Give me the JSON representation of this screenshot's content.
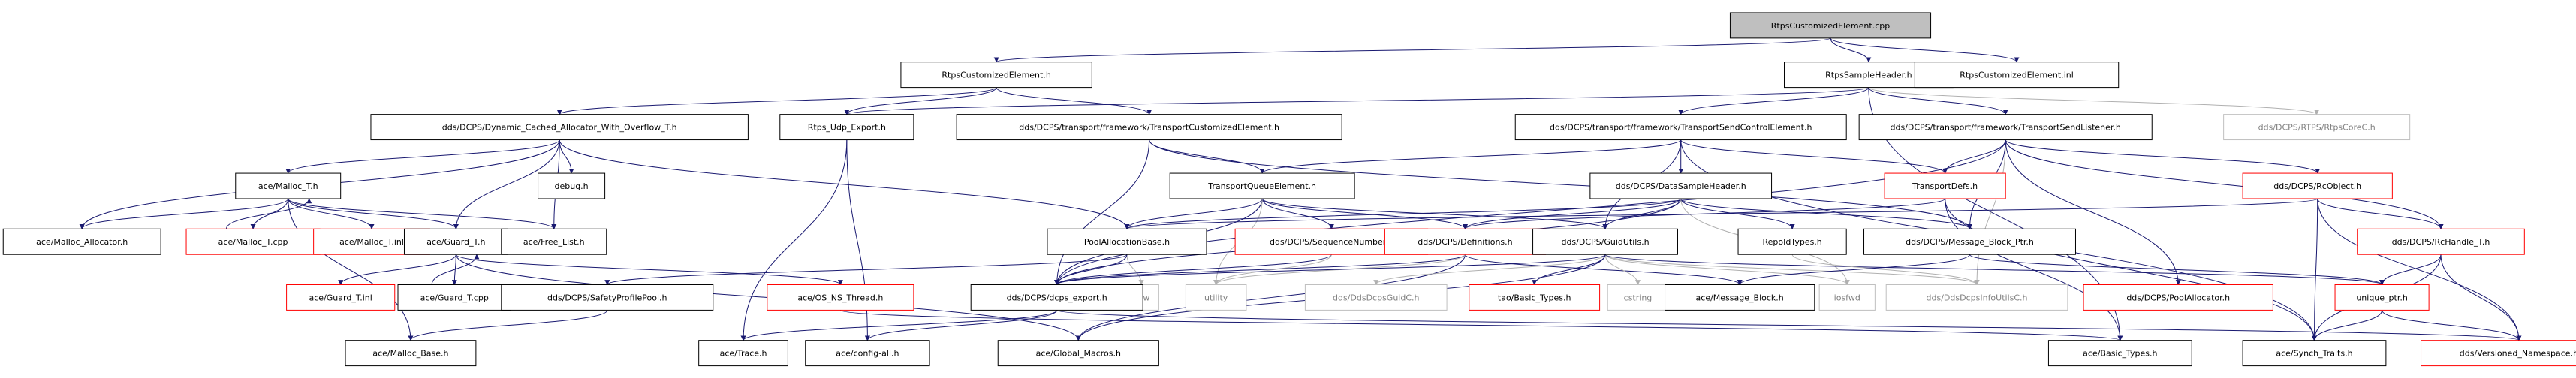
{
  "colors": {
    "edge": "#191970",
    "edge_muted": "#b0b0b0",
    "border_normal": "#000000",
    "border_incomplete": "#ff0000",
    "border_external": "#bfbfbf",
    "root_fill": "#bfbfbf",
    "fill": "#ffffff",
    "text": "#000000",
    "text_external": "#808080"
  },
  "nodes": [
    {
      "id": "root",
      "label": "RtpsCustomizedElement.cpp",
      "style": "root"
    },
    {
      "id": "rce_h",
      "label": "RtpsCustomizedElement.h",
      "style": "normal"
    },
    {
      "id": "rsh_h",
      "label": "RtpsSampleHeader.h",
      "style": "normal"
    },
    {
      "id": "rce_inl",
      "label": "RtpsCustomizedElement.inl",
      "style": "normal"
    },
    {
      "id": "dcaow",
      "label": "dds/DCPS/Dynamic_Cached_Allocator_With_Overflow_T.h",
      "style": "normal"
    },
    {
      "id": "rudp",
      "label": "Rtps_Udp_Export.h",
      "style": "normal"
    },
    {
      "id": "tce",
      "label": "dds/DCPS/transport/framework/TransportCustomizedElement.h",
      "style": "normal"
    },
    {
      "id": "tsce",
      "label": "dds/DCPS/transport/framework/TransportSendControlElement.h",
      "style": "normal"
    },
    {
      "id": "tsl",
      "label": "dds/DCPS/transport/framework/TransportSendListener.h",
      "style": "normal"
    },
    {
      "id": "rtpscorec",
      "label": "dds/DCPS/RTPS/RtpsCoreC.h",
      "style": "external"
    },
    {
      "id": "malloc_t",
      "label": "ace/Malloc_T.h",
      "style": "normal"
    },
    {
      "id": "debug",
      "label": "debug.h",
      "style": "normal"
    },
    {
      "id": "tqe",
      "label": "TransportQueueElement.h",
      "style": "normal"
    },
    {
      "id": "dsh",
      "label": "dds/DCPS/DataSampleHeader.h",
      "style": "normal"
    },
    {
      "id": "tdefs",
      "label": "TransportDefs.h",
      "style": "incomplete"
    },
    {
      "id": "rcobj",
      "label": "dds/DCPS/RcObject.h",
      "style": "incomplete"
    },
    {
      "id": "malloc_alloc",
      "label": "ace/Malloc_Allocator.h",
      "style": "normal"
    },
    {
      "id": "malloc_tcpp",
      "label": "ace/Malloc_T.cpp",
      "style": "incomplete"
    },
    {
      "id": "malloc_tinl",
      "label": "ace/Malloc_T.inl",
      "style": "incomplete"
    },
    {
      "id": "guard_t",
      "label": "ace/Guard_T.h",
      "style": "normal"
    },
    {
      "id": "free_list",
      "label": "ace/Free_List.h",
      "style": "normal"
    },
    {
      "id": "pab",
      "label": "PoolAllocationBase.h",
      "style": "normal"
    },
    {
      "id": "seqnum",
      "label": "dds/DCPS/SequenceNumber.h",
      "style": "incomplete"
    },
    {
      "id": "defs",
      "label": "dds/DCPS/Definitions.h",
      "style": "incomplete"
    },
    {
      "id": "guidutils",
      "label": "dds/DCPS/GuidUtils.h",
      "style": "normal"
    },
    {
      "id": "repoid",
      "label": "RepoIdTypes.h",
      "style": "normal"
    },
    {
      "id": "mbp",
      "label": "dds/DCPS/Message_Block_Ptr.h",
      "style": "normal"
    },
    {
      "id": "rchandle",
      "label": "dds/DCPS/RcHandle_T.h",
      "style": "incomplete"
    },
    {
      "id": "guard_tinl",
      "label": "ace/Guard_T.inl",
      "style": "incomplete"
    },
    {
      "id": "guard_tcpp",
      "label": "ace/Guard_T.cpp",
      "style": "normal"
    },
    {
      "id": "spp",
      "label": "dds/DCPS/SafetyProfilePool.h",
      "style": "normal"
    },
    {
      "id": "osns",
      "label": "ace/OS_NS_Thread.h",
      "style": "incomplete"
    },
    {
      "id": "new",
      "label": "new",
      "style": "external"
    },
    {
      "id": "utility",
      "label": "utility",
      "style": "external"
    },
    {
      "id": "dcpsexp",
      "label": "dds/DCPS/dcps_export.h",
      "style": "normal"
    },
    {
      "id": "ddsguidc",
      "label": "dds/DdsDcpsGuidC.h",
      "style": "external"
    },
    {
      "id": "taobasic",
      "label": "tao/Basic_Types.h",
      "style": "incomplete"
    },
    {
      "id": "cstring",
      "label": "cstring",
      "style": "external"
    },
    {
      "id": "msgblock",
      "label": "ace/Message_Block.h",
      "style": "normal"
    },
    {
      "id": "iosfwd",
      "label": "iosfwd",
      "style": "external"
    },
    {
      "id": "ddsinfo",
      "label": "dds/DdsDcpsInfoUtilsC.h",
      "style": "external"
    },
    {
      "id": "poolalloc",
      "label": "dds/DCPS/PoolAllocator.h",
      "style": "incomplete"
    },
    {
      "id": "uniqueptr",
      "label": "unique_ptr.h",
      "style": "incomplete"
    },
    {
      "id": "malloc_base",
      "label": "ace/Malloc_Base.h",
      "style": "normal"
    },
    {
      "id": "trace",
      "label": "ace/Trace.h",
      "style": "normal"
    },
    {
      "id": "configall",
      "label": "ace/config-all.h",
      "style": "normal"
    },
    {
      "id": "globalmacros",
      "label": "ace/Global_Macros.h",
      "style": "normal"
    },
    {
      "id": "acebasic",
      "label": "ace/Basic_Types.h",
      "style": "normal"
    },
    {
      "id": "synchtraits",
      "label": "ace/Synch_Traits.h",
      "style": "normal"
    },
    {
      "id": "versioned",
      "label": "dds/Versioned_Namespace.h",
      "style": "incomplete"
    }
  ],
  "edges": [
    {
      "from": "root",
      "to": "rce_h"
    },
    {
      "from": "root",
      "to": "rsh_h"
    },
    {
      "from": "root",
      "to": "rce_inl"
    },
    {
      "from": "rce_h",
      "to": "dcaow"
    },
    {
      "from": "rce_h",
      "to": "rudp"
    },
    {
      "from": "rce_h",
      "to": "tce"
    },
    {
      "from": "rsh_h",
      "to": "rudp"
    },
    {
      "from": "rsh_h",
      "to": "tsce"
    },
    {
      "from": "rsh_h",
      "to": "tsl"
    },
    {
      "from": "rsh_h",
      "to": "rtpscorec"
    },
    {
      "from": "rsh_h",
      "to": "acebasic"
    },
    {
      "from": "dcaow",
      "to": "malloc_t"
    },
    {
      "from": "dcaow",
      "to": "guard_t"
    },
    {
      "from": "dcaow",
      "to": "free_list"
    },
    {
      "from": "dcaow",
      "to": "debug"
    },
    {
      "from": "dcaow",
      "to": "malloc_alloc"
    },
    {
      "from": "dcaow",
      "to": "pab"
    },
    {
      "from": "rudp",
      "to": "configall"
    },
    {
      "from": "rudp",
      "to": "trace"
    },
    {
      "from": "tce",
      "to": "tqe"
    },
    {
      "from": "tce",
      "to": "dcpsexp"
    },
    {
      "from": "tce",
      "to": "mbp"
    },
    {
      "from": "tsce",
      "to": "tqe"
    },
    {
      "from": "tsce",
      "to": "dsh"
    },
    {
      "from": "tsce",
      "to": "tdefs"
    },
    {
      "from": "tsce",
      "to": "guidutils"
    },
    {
      "from": "tsce",
      "to": "synchtraits"
    },
    {
      "from": "tsl",
      "to": "tdefs"
    },
    {
      "from": "tsl",
      "to": "rcobj"
    },
    {
      "from": "tsl",
      "to": "rchandle"
    },
    {
      "from": "tsl",
      "to": "dcpsexp"
    },
    {
      "from": "tsl",
      "to": "ddsinfo"
    },
    {
      "from": "tsl",
      "to": "poolalloc"
    },
    {
      "from": "tsl",
      "to": "mbp"
    },
    {
      "from": "malloc_t",
      "to": "malloc_alloc"
    },
    {
      "from": "malloc_t",
      "to": "malloc_tcpp"
    },
    {
      "from": "malloc_t",
      "to": "malloc_tinl"
    },
    {
      "from": "malloc_t",
      "to": "guard_t"
    },
    {
      "from": "malloc_t",
      "to": "free_list"
    },
    {
      "from": "malloc_t",
      "to": "malloc_base"
    },
    {
      "from": "malloc_tcpp",
      "to": "malloc_t"
    },
    {
      "from": "guard_t",
      "to": "guard_tinl"
    },
    {
      "from": "guard_t",
      "to": "guard_tcpp"
    },
    {
      "from": "guard_t",
      "to": "osns"
    },
    {
      "from": "guard_t",
      "to": "globalmacros"
    },
    {
      "from": "guard_tcpp",
      "to": "guard_t"
    },
    {
      "from": "tqe",
      "to": "pab"
    },
    {
      "from": "tqe",
      "to": "seqnum"
    },
    {
      "from": "tqe",
      "to": "defs"
    },
    {
      "from": "tqe",
      "to": "guidutils"
    },
    {
      "from": "tqe",
      "to": "dcpsexp"
    },
    {
      "from": "tqe",
      "to": "utility"
    },
    {
      "from": "dsh",
      "to": "defs"
    },
    {
      "from": "dsh",
      "to": "guidutils"
    },
    {
      "from": "dsh",
      "to": "repoid"
    },
    {
      "from": "dsh",
      "to": "mbp"
    },
    {
      "from": "dsh",
      "to": "pab"
    },
    {
      "from": "dsh",
      "to": "dcpsexp"
    },
    {
      "from": "dsh",
      "to": "iosfwd"
    },
    {
      "from": "tdefs",
      "to": "acebasic"
    },
    {
      "from": "tdefs",
      "to": "synchtraits"
    },
    {
      "from": "tdefs",
      "to": "defs"
    },
    {
      "from": "rcobj",
      "to": "rchandle"
    },
    {
      "from": "rcobj",
      "to": "pab"
    },
    {
      "from": "rcobj",
      "to": "synchtraits"
    },
    {
      "from": "rcobj",
      "to": "versioned"
    },
    {
      "from": "pab",
      "to": "spp"
    },
    {
      "from": "pab",
      "to": "new"
    },
    {
      "from": "pab",
      "to": "dcpsexp"
    },
    {
      "from": "seqnum",
      "to": "dcpsexp"
    },
    {
      "from": "seqnum",
      "to": "utility"
    },
    {
      "from": "defs",
      "to": "dcpsexp"
    },
    {
      "from": "defs",
      "to": "msgblock"
    },
    {
      "from": "defs",
      "to": "globalmacros"
    },
    {
      "from": "defs",
      "to": "utility"
    },
    {
      "from": "guidutils",
      "to": "dcpsexp"
    },
    {
      "from": "guidutils",
      "to": "ddsguidc"
    },
    {
      "from": "guidutils",
      "to": "taobasic"
    },
    {
      "from": "guidutils",
      "to": "cstring"
    },
    {
      "from": "guidutils",
      "to": "iosfwd"
    },
    {
      "from": "guidutils",
      "to": "ddsinfo"
    },
    {
      "from": "guidutils",
      "to": "globalmacros"
    },
    {
      "from": "guidutils",
      "to": "uniqueptr"
    },
    {
      "from": "repoid",
      "to": "ddsinfo"
    },
    {
      "from": "mbp",
      "to": "msgblock"
    },
    {
      "from": "mbp",
      "to": "uniqueptr"
    },
    {
      "from": "rchandle",
      "to": "uniqueptr"
    },
    {
      "from": "rchandle",
      "to": "versioned"
    },
    {
      "from": "rchandle",
      "to": "synchtraits"
    },
    {
      "from": "spp",
      "to": "malloc_base"
    },
    {
      "from": "osns",
      "to": "acebasic"
    },
    {
      "from": "dcpsexp",
      "to": "configall"
    },
    {
      "from": "dcpsexp",
      "to": "trace"
    },
    {
      "from": "dcpsexp",
      "to": "versioned"
    },
    {
      "from": "uniqueptr",
      "to": "synchtraits"
    },
    {
      "from": "uniqueptr",
      "to": "versioned"
    }
  ]
}
